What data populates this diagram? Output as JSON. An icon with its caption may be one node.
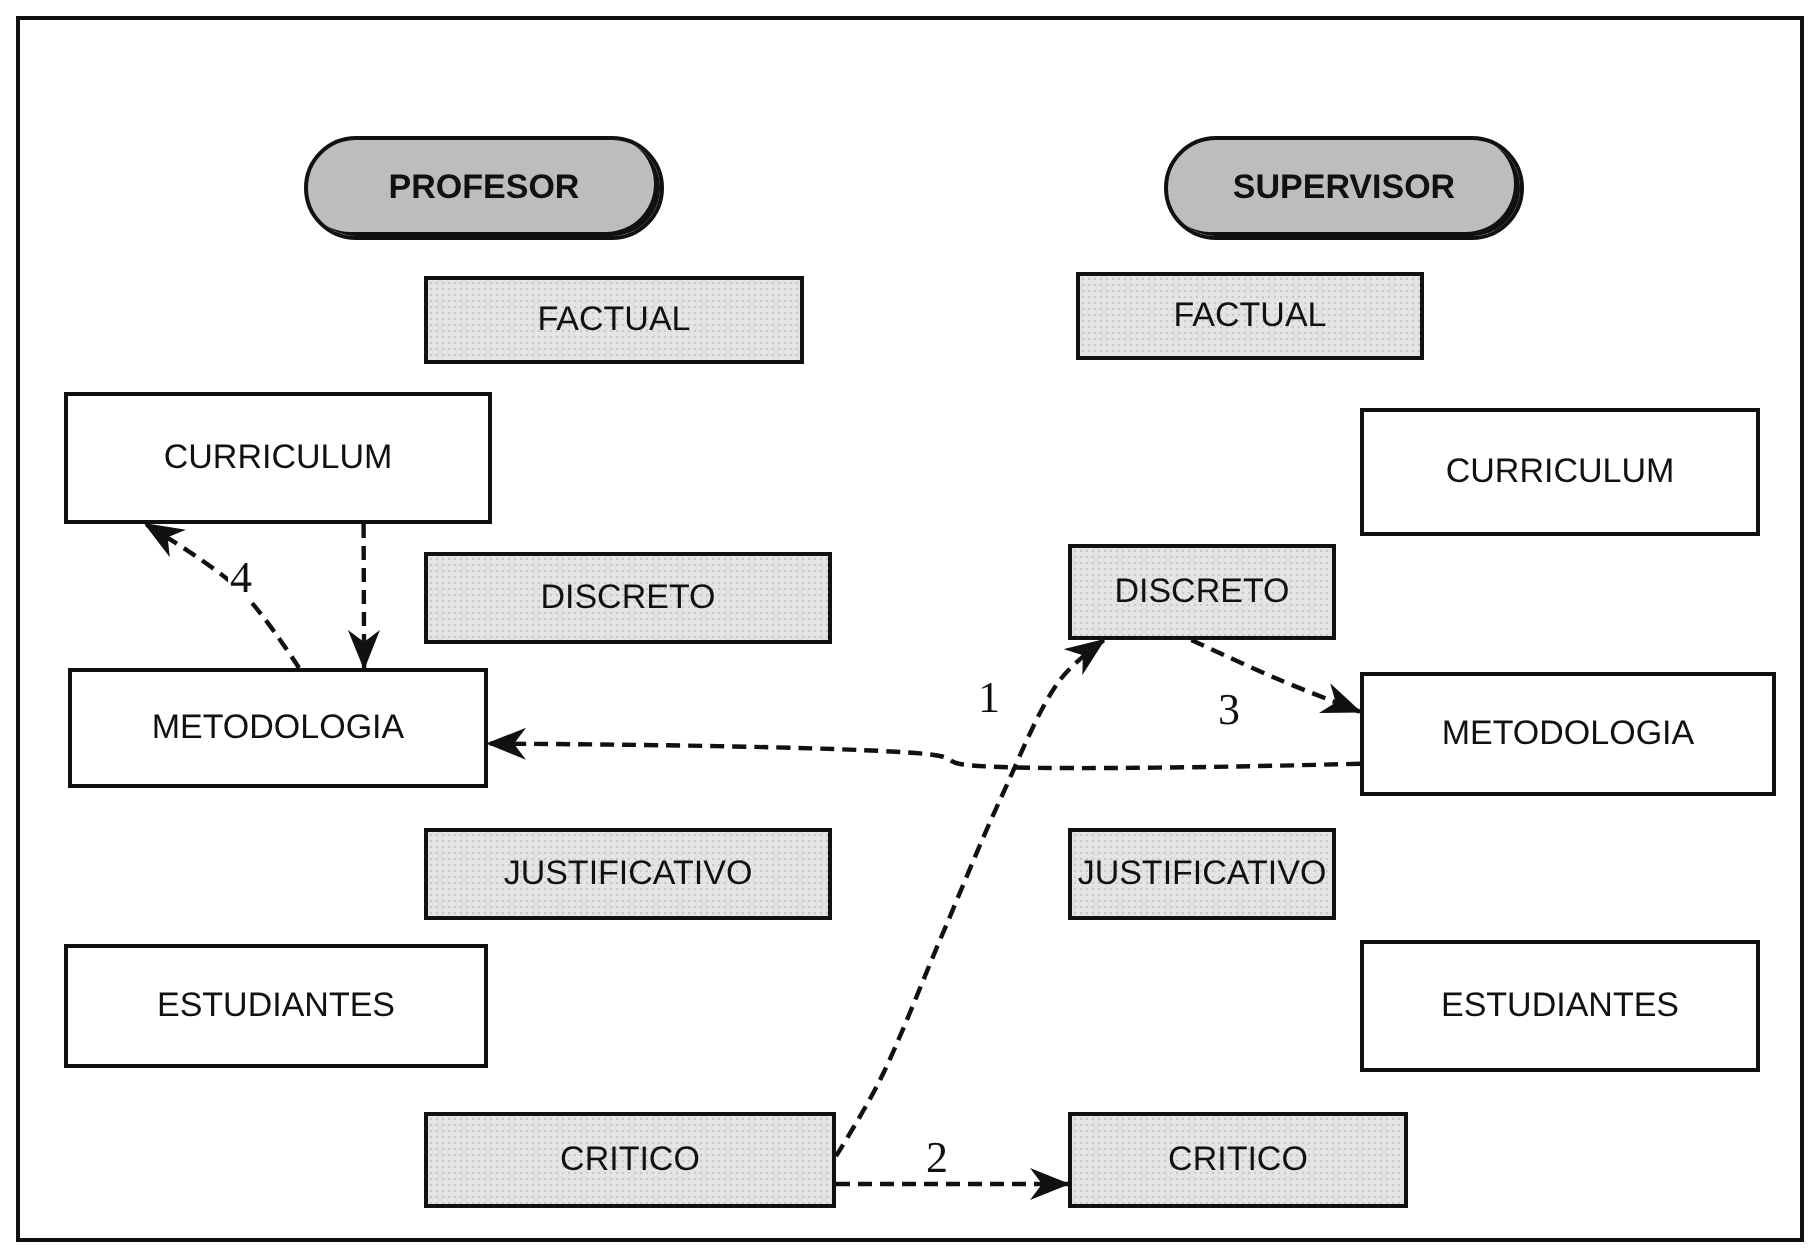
{
  "diagram": {
    "nodes": [
      {
        "text": [
          "PROFESOR"
        ]
      },
      {
        "text": [
          "SUPERVISOR"
        ]
      },
      {
        "text": [
          "FACTUAL"
        ]
      },
      {
        "text": [
          "FACTUAL"
        ]
      },
      {
        "text": [
          "CURRICULUM"
        ]
      },
      {
        "text": [
          "CURRICULUM"
        ]
      },
      {
        "text": [
          "DISCRETO"
        ]
      },
      {
        "text": [
          "DISCRETO"
        ]
      },
      {
        "text": [
          "METODOLOGIA"
        ]
      },
      {
        "text": [
          "METODOLOGIA"
        ]
      },
      {
        "text": [
          "JUSTIFICATIVO"
        ]
      },
      {
        "text": [
          "JUSTIFICATIVO"
        ]
      },
      {
        "text": [
          "ESTUDIANTES"
        ]
      },
      {
        "text": [
          "ESTUDIANTES"
        ]
      },
      {
        "text": [
          "CRITICO"
        ]
      },
      {
        "text": [
          "CRITICO"
        ]
      }
    ],
    "edges": [
      {
        "from": 14,
        "to": 7,
        "arrow": "to",
        "label": "1",
        "style": "dashed"
      },
      {
        "from": 14,
        "to": 15,
        "arrow": "to",
        "label": "2",
        "style": "dashed"
      },
      {
        "from": 7,
        "to": 9,
        "arrow": "to",
        "label": "3",
        "style": "dashed"
      },
      {
        "from": 8,
        "to": 4,
        "arrow": "to",
        "label": "4",
        "style": "dashed"
      },
      {
        "from": 4,
        "to": 8,
        "arrow": "to",
        "style": "dashed"
      },
      {
        "from": 9,
        "to": 8,
        "arrow": "to",
        "style": "dashed"
      }
    ]
  }
}
